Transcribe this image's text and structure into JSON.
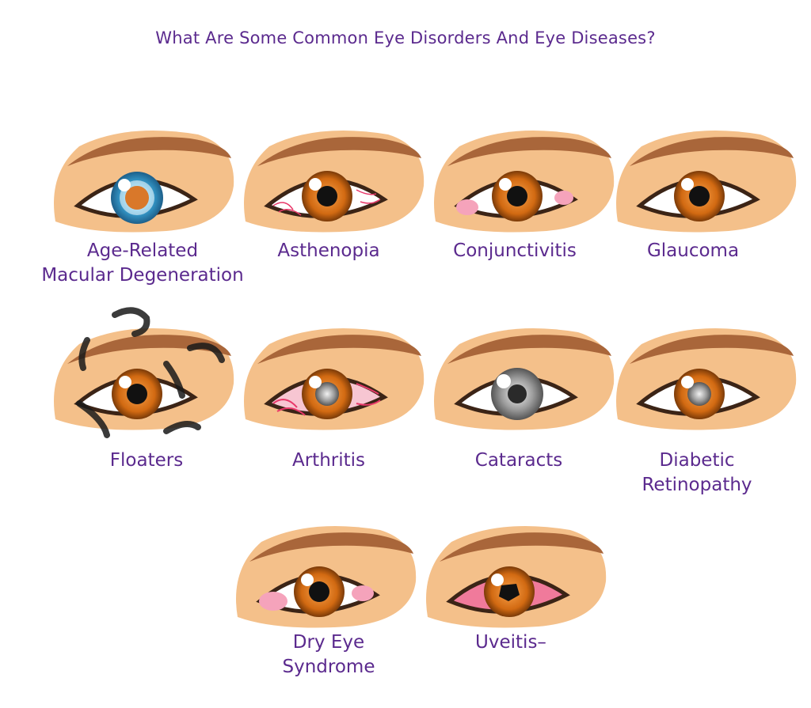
{
  "title": "What Are Some Common Eye Disorders And Eye Diseases?",
  "colors": {
    "text": "#5b2a8e",
    "skin": "#f4c08a",
    "skin_shadow": "#e9a862",
    "brow": "#a9663a",
    "iris_brown": "#d26a12",
    "iris_blue": "#3aa6d8",
    "redness": "#e8396a"
  },
  "eyes": [
    {
      "id": "amd",
      "lines": [
        "Age-Related",
        "Macular Degeneration"
      ]
    },
    {
      "id": "asthenopia",
      "lines": [
        "Asthenopia"
      ]
    },
    {
      "id": "conjunctivitis",
      "lines": [
        "Conjunctivitis"
      ]
    },
    {
      "id": "glaucoma",
      "lines": [
        "Glaucoma"
      ]
    },
    {
      "id": "floaters",
      "lines": [
        "Floaters"
      ]
    },
    {
      "id": "arthritis",
      "lines": [
        "Arthritis"
      ]
    },
    {
      "id": "cataracts",
      "lines": [
        "Cataracts"
      ]
    },
    {
      "id": "diabetic",
      "lines": [
        "Diabetic",
        "Retinopathy"
      ]
    },
    {
      "id": "dryeye",
      "lines": [
        "Dry Eye",
        "Syndrome"
      ]
    },
    {
      "id": "uveitis",
      "lines": [
        "Uveitis–"
      ]
    }
  ]
}
